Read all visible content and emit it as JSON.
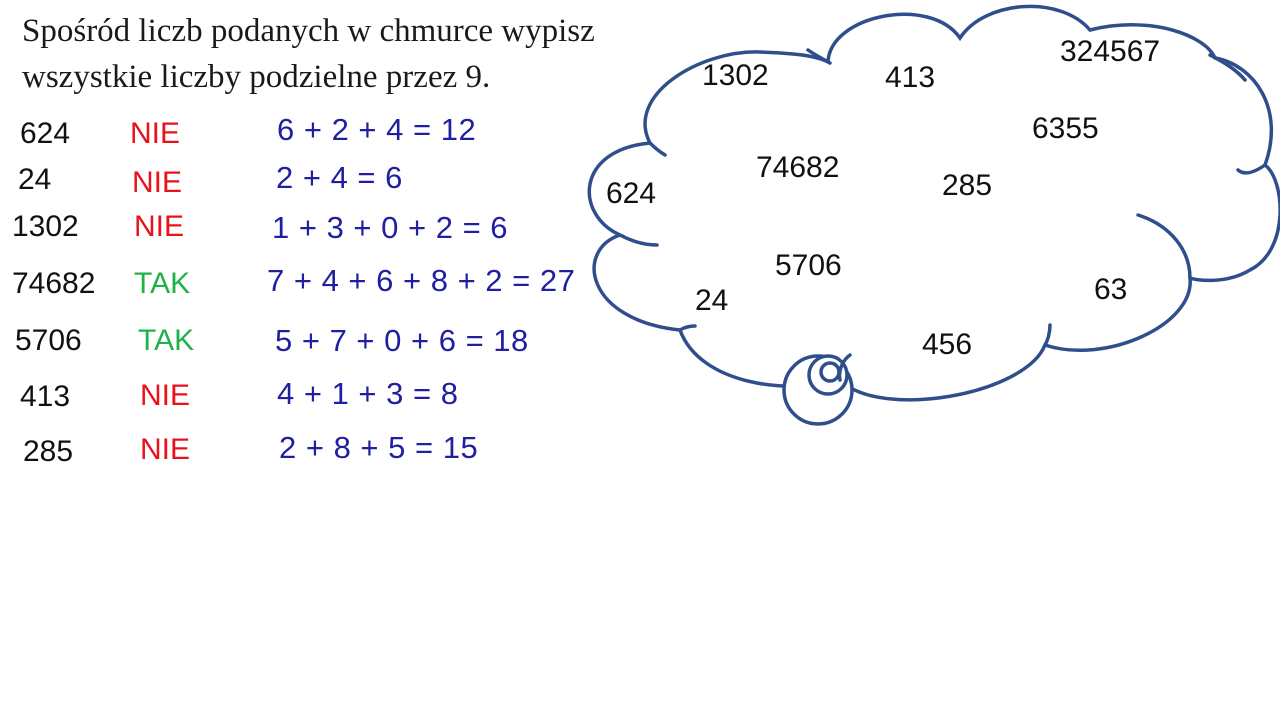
{
  "title": {
    "line1": "Spośród liczb podanych w chmurce wypisz",
    "line2": "wszystkie liczby podzielne przez 9."
  },
  "colors": {
    "nie": "#e8121b",
    "tak": "#1fb24a",
    "calc": "#1f1fa0",
    "cloud": "#2e4f8c"
  },
  "rows": [
    {
      "number": "624",
      "answer": "NIE",
      "calc": "6 + 2 + 4 = 12"
    },
    {
      "number": "24",
      "answer": "NIE",
      "calc": "2 + 4 = 6"
    },
    {
      "number": "1302",
      "answer": "NIE",
      "calc": "1 + 3 + 0 + 2 = 6"
    },
    {
      "number": "74682",
      "answer": "TAK",
      "calc": "7 + 4 + 6 + 8 + 2 = 27"
    },
    {
      "number": "5706",
      "answer": "TAK",
      "calc": "5 + 7 + 0 + 6 = 18"
    },
    {
      "number": "413",
      "answer": "NIE",
      "calc": "4 + 1 + 3 = 8"
    },
    {
      "number": "285",
      "answer": "NIE",
      "calc": "2 + 8 + 5 = 15"
    }
  ],
  "cloud_numbers": [
    "1302",
    "413",
    "324567",
    "6355",
    "74682",
    "285",
    "624",
    "5706",
    "24",
    "63",
    "456"
  ]
}
